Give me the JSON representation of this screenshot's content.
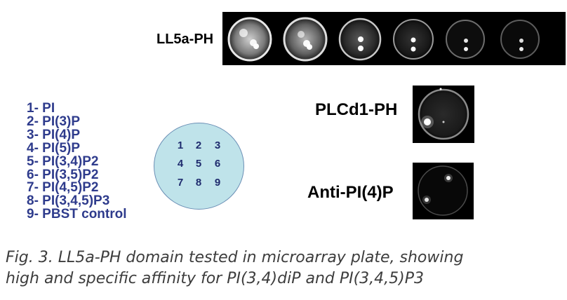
{
  "panels": {
    "ll5a_label": "LL5a-PH",
    "plcd1_label": "PLCd1-PH",
    "anti_label": "Anti-PI(4)P"
  },
  "legend": {
    "items": [
      "1- PI",
      "2- PI(3)P",
      "3- PI(4)P",
      "4- PI(5)P",
      "5- PI(3,4)P2",
      "6- PI(3,5)P2",
      "7- PI(4,5)P2",
      "8- PI(3,4,5)P3",
      "9- PBST control"
    ]
  },
  "plate": {
    "numbers": [
      "1",
      "2",
      "3",
      "4",
      "5",
      "6",
      "7",
      "8",
      "9"
    ]
  },
  "caption": {
    "line1": "Fig. 3. LL5a-PH domain tested in microarray plate, showing",
    "line2": "high and specific affinity for PI(3,4)diP and PI(3,4,5)P3"
  }
}
